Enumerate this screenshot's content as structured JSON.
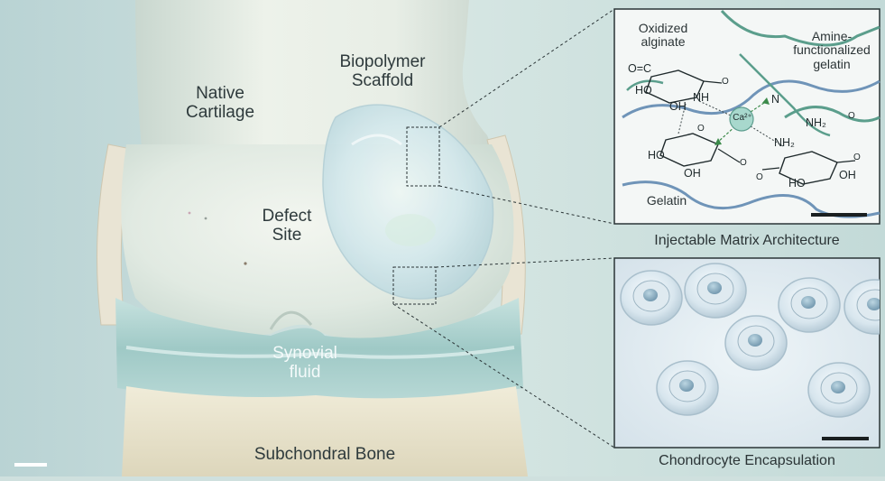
{
  "labels": {
    "native_cartilage": "Native\nCartilage",
    "biopolymer_scaffold": "Biopolymer\nScaffold",
    "defect_site": "Defect\nSite",
    "synovial_fluid": "Synovial\nfluid",
    "subchondral_bone": "Subchondral Bone"
  },
  "insets": {
    "matrix": {
      "caption": "Injectable Matrix Architecture",
      "oxidized_alginate": "Oxidized\nalginate",
      "amine_gelatin": "Amine-\nfunctionalized\ngelatin",
      "gelatin": "Gelatin",
      "calcium": "Ca²⁺",
      "nh": "NH",
      "n": "N",
      "nh2_a": "NH₂",
      "nh2_b": "NH₂",
      "ho_a": "HO",
      "ho_b": "HO",
      "ho_c": "HO",
      "oh_a": "OH",
      "oh_b": "OH",
      "oh_c": "OH",
      "carbonyl": "O=C",
      "o_marks": [
        "O",
        "O",
        "O",
        "O",
        "O",
        "O"
      ]
    },
    "cells": {
      "caption": "Chondrocyte Encapsulation",
      "cell_count": 7
    }
  },
  "colors": {
    "background": "#cfe0de",
    "cartilage": "#e4ece6",
    "bone": "#e8e3cc",
    "synovial": "#a9cfcd",
    "scaffold": "#d9ebef",
    "gelatin_strand": "#6f94b8",
    "alginate_strand": "#5b9e8c",
    "inset_border": "#2a3436"
  }
}
